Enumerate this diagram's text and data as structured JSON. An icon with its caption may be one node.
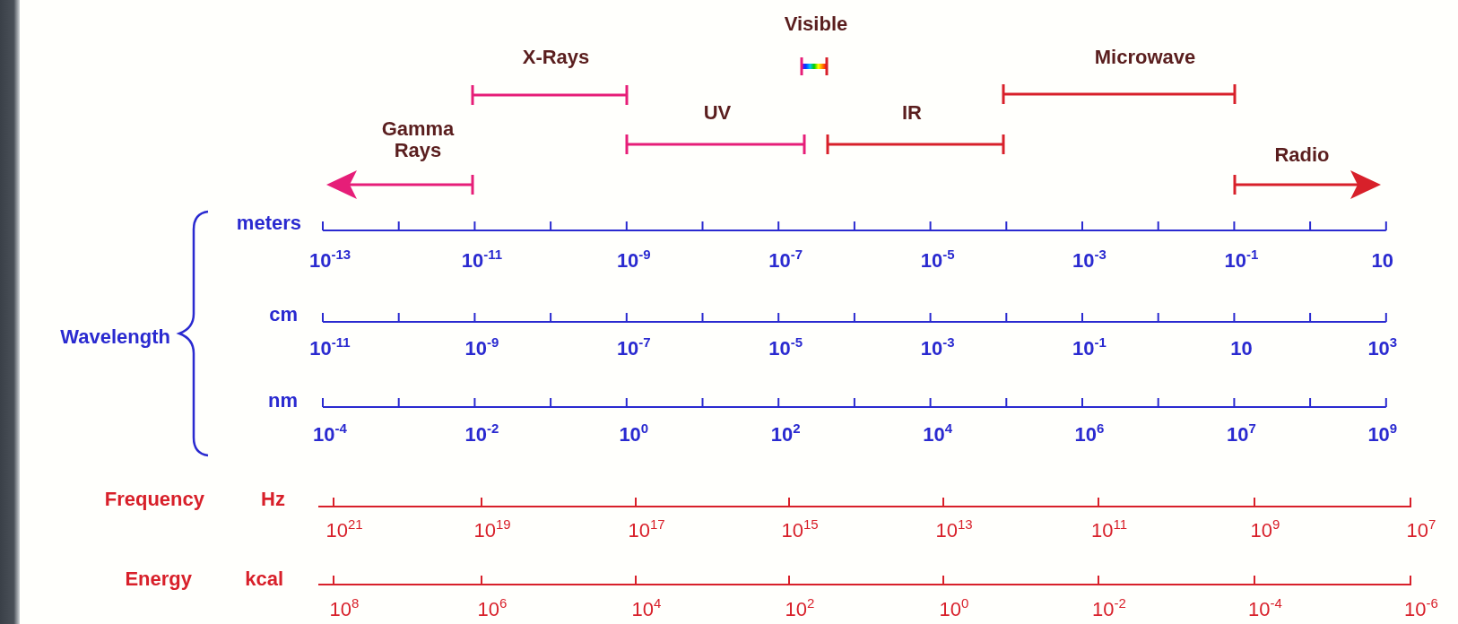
{
  "diagram": {
    "labels": [
      "Visible",
      "X-Rays",
      "Microwave",
      "UV",
      "IR",
      "Gamma Rays",
      "Radio",
      "meters",
      "10$^{-13}$",
      "10$^{-11}$",
      "10$^{-9}$",
      "10$^{-7}$",
      "10$^{-5}$",
      "10$^{-3}$",
      "10$^{-1}$",
      "10",
      "Wavelength",
      "cm",
      "10$^{-11}$",
      "10$^{-9}$",
      "10$^{-7}$",
      "10$^{-5}$",
      "10$^{-3}$",
      "10$^{-1}$",
      "10",
      "10$^{3}$",
      "nm",
      "10$^{-4}$",
      "10$^{-2}$",
      "10$^{0}$",
      "10$^{2}$",
      "10$^{4}$",
      "10$^{6}$",
      "10$^{7}$",
      "10$^{9}$",
      "Frequency",
      "Hz",
      "10$^{21}$",
      "10$^{19}$",
      "10$^{17}$",
      "10$^{15}$",
      "10$^{13}$",
      "10$^{11}$",
      "10$^{9}$",
      "10$^{7}$",
      "Energy",
      "kcal",
      "10$^{8}$",
      "10$^{6}$",
      "10$^{4}$",
      "10$^{2}$",
      "10$^{0}$",
      "10$^{-2}$",
      "10$^{-4}$",
      "10$^{-6}$"
    ]
  }
}
